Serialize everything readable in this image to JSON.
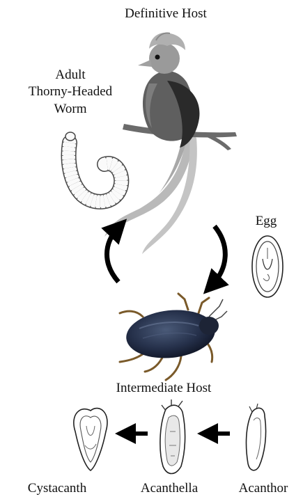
{
  "labels": {
    "definitive_host": "Definitive Host",
    "adult_line1": "Adult",
    "adult_line2": "Thorny-Headed",
    "adult_line3": "Worm",
    "egg": "Egg",
    "intermediate_host": "Intermediate Host",
    "cystacanth": "Cystacanth",
    "acanthella": "Acanthella",
    "acanthor": "Acanthor"
  },
  "icons": {
    "bird": "quetzal-bird-icon",
    "worm": "thorny-headed-worm-icon",
    "egg": "egg-icon",
    "beetle": "beetle-icon",
    "cystacanth": "cystacanth-larva-icon",
    "acanthella": "acanthella-larva-icon",
    "acanthor": "acanthor-larva-icon"
  }
}
